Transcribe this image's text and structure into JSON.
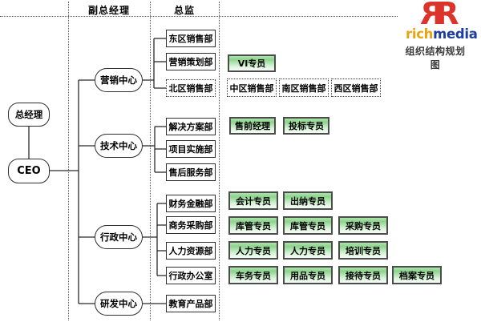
{
  "header": {
    "lane_deputy_gm": "副总经理",
    "lane_director": "总监"
  },
  "brand": {
    "monogram_left": "R",
    "monogram_right": "R",
    "wordmark_left": "rich",
    "wordmark_right": "media",
    "chart_title": "组织结构规划图",
    "colors": {
      "monogram_red": "#dc342a",
      "wordmark_gold": "#e8a412",
      "wordmark_blue": "#1d3e9c",
      "specialist_green": "#8cd48c"
    }
  },
  "root": {
    "gm_label": "总经理",
    "ceo_label": "CEO"
  },
  "marketing": {
    "center_label": "营销中心",
    "dept_east_sales": "东区销售部",
    "dept_planning": "营销策划部",
    "dept_north_sales": "北区销售部",
    "dept_central_sales": "中区销售部",
    "dept_south_sales": "南区销售部",
    "dept_west_sales": "西区销售部",
    "spec_vi": "VI专员"
  },
  "tech": {
    "center_label": "技术中心",
    "dept_solution": "解决方案部",
    "dept_implementation": "项目实施部",
    "dept_aftersales": "售后服务部",
    "spec_presales_manager": "售前经理",
    "spec_bidding": "投标专员"
  },
  "admin": {
    "center_label": "行政中心",
    "dept_finance": "财务金融部",
    "dept_procurement": "商务采购部",
    "dept_hr": "人力资源部",
    "dept_office": "行政办公室",
    "spec_accounting": "会计专员",
    "spec_cashier": "出纳专员",
    "spec_warehouse1": "库管专员",
    "spec_warehouse2": "库管专员",
    "spec_purchasing": "采购专员",
    "spec_hr1": "人力专员",
    "spec_hr2": "人力专员",
    "spec_training": "培训专员",
    "spec_vehicle": "车务专员",
    "spec_supplies": "用品专员",
    "spec_reception": "接待专员",
    "spec_archives": "档案专员"
  },
  "rnd": {
    "center_label": "研发中心",
    "dept_education": "教育产品部"
  }
}
